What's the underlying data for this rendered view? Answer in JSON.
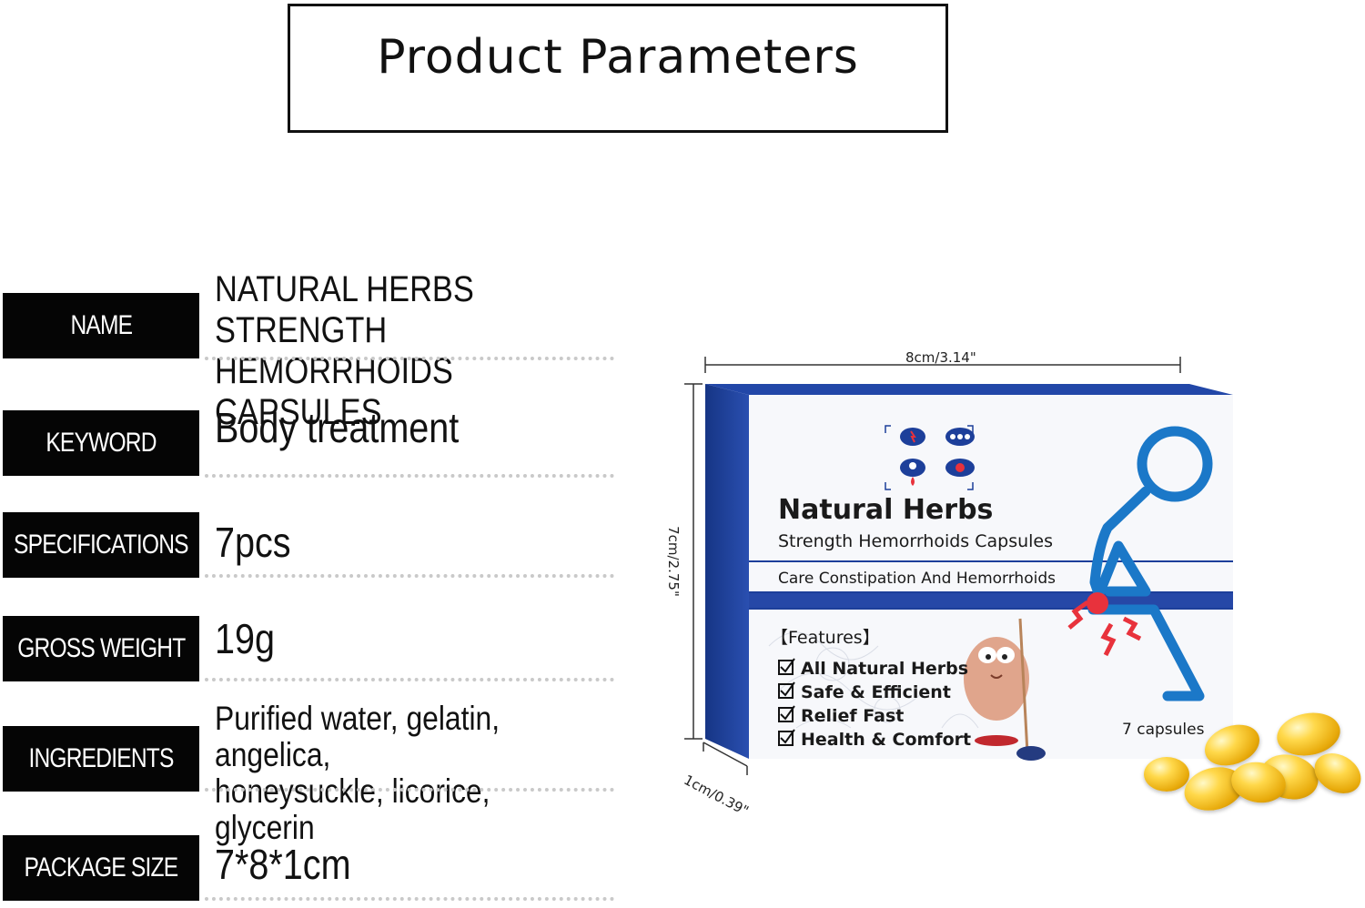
{
  "header": {
    "title": "Product Parameters"
  },
  "parameters": [
    {
      "label": "NAME",
      "value": "NATURAL HERBS STRENGTH\nHEMORRHOIDS CAPSULES"
    },
    {
      "label": "KEYWORD",
      "value": "Body treatment"
    },
    {
      "label": "SPECIFICATIONS",
      "value": "7pcs"
    },
    {
      "label": "GROSS WEIGHT",
      "value": "19g"
    },
    {
      "label": "INGREDIENTS",
      "value": "Purified water, gelatin, angelica,\nhoneysuckle, licorice, glycerin"
    },
    {
      "label": "PACKAGE SIZE",
      "value": "7*8*1cm"
    }
  ],
  "package": {
    "dim_width": "8cm/3.14\"",
    "dim_height": "7cm/2.75\"",
    "dim_depth": "1cm/0.39\"",
    "brand_title": "Natural Herbs",
    "subtitle": "Strength Hemorrhoids Capsules",
    "tagline": "Care Constipation And Hemorrhoids",
    "features_heading": "【Features】",
    "features": [
      "All Natural Herbs",
      "Safe & Efficient",
      "Relief Fast",
      "Health & Comfort"
    ],
    "count": "7 capsules"
  },
  "colors": {
    "box_blue": "#1d3f9a",
    "accent_blue": "#1b78c8",
    "pain_red": "#e8323c",
    "capsule_gold": "#f2c11c"
  }
}
